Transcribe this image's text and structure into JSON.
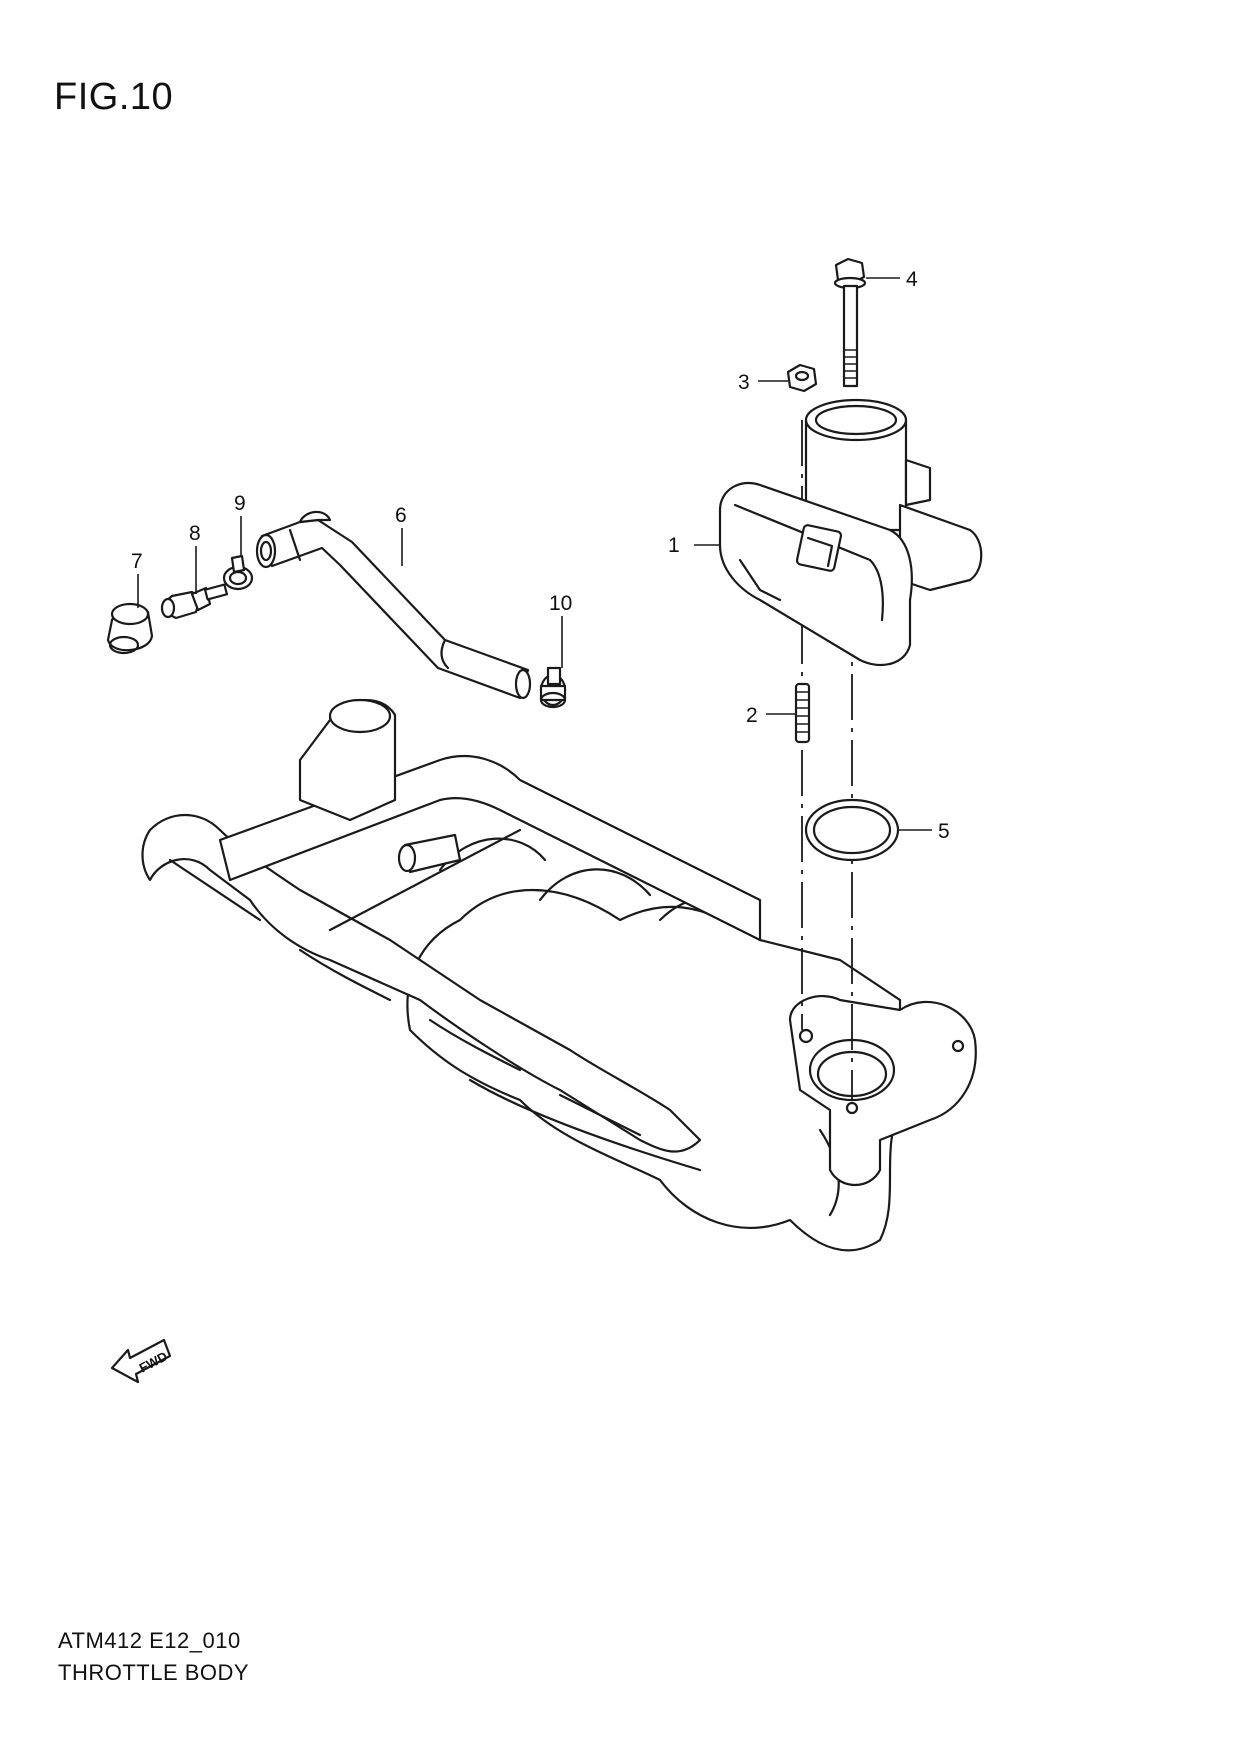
{
  "figure": {
    "title": "FIG.10"
  },
  "footer": {
    "code": "ATM412 E12_010",
    "name": "THROTTLE BODY"
  },
  "direction": {
    "label": "FWD"
  },
  "callouts": [
    {
      "id": "1",
      "label": "1"
    },
    {
      "id": "2",
      "label": "2"
    },
    {
      "id": "3",
      "label": "3"
    },
    {
      "id": "4",
      "label": "4"
    },
    {
      "id": "5",
      "label": "5"
    },
    {
      "id": "6",
      "label": "6"
    },
    {
      "id": "7",
      "label": "7"
    },
    {
      "id": "8",
      "label": "8"
    },
    {
      "id": "9",
      "label": "9"
    },
    {
      "id": "10",
      "label": "10"
    }
  ]
}
